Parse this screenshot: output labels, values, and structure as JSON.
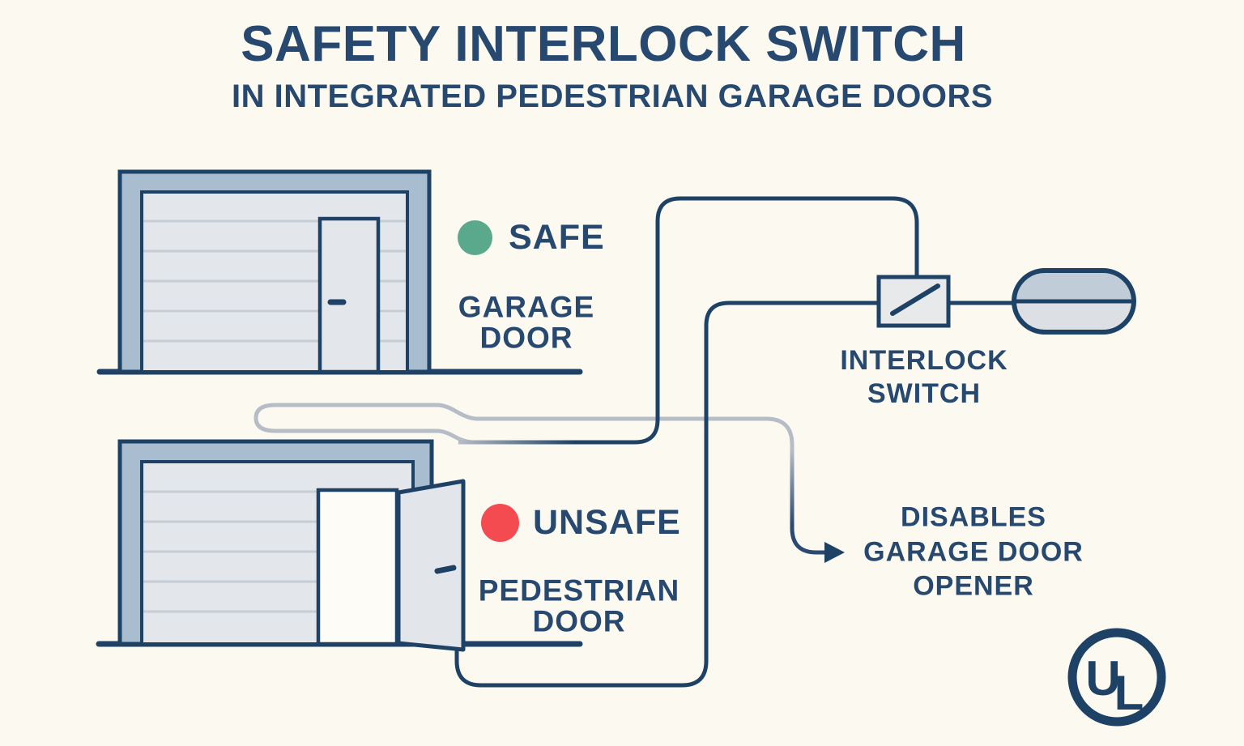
{
  "title": "SAFETY INTERLOCK SWITCH",
  "subtitle": "IN INTEGRATED PEDESTRIAN GARAGE DOORS",
  "theme": {
    "bg": "#fcf9f1",
    "navy": "#1e4166",
    "text-navy": "#27486f",
    "frame": "#a9bdd1",
    "panel": "#e3e6ea",
    "panel-line": "#c7cdd5",
    "doorway": "#fdfcf6",
    "door-open": "#e2e5e9",
    "wire-gray": "#b7bdc7",
    "switch-fill": "#e7e9eb",
    "capsule-top": "#c0cdd9",
    "capsule-bottom": "#dce0e4",
    "safe-green": "#5ba98c",
    "unsafe-red": "#f34b50"
  },
  "safe_scene": {
    "status": "SAFE",
    "label1": "GARAGE",
    "label2": "DOOR"
  },
  "unsafe_scene": {
    "status": "UNSAFE",
    "label1": "PEDESTRIAN",
    "label2": "DOOR"
  },
  "interlock": {
    "label1": "INTERLOCK",
    "label2": "SWITCH"
  },
  "effect": {
    "line1": "DISABLES",
    "line2": "GARAGE DOOR",
    "line3": "OPENER"
  },
  "logo": {
    "letter1": "U",
    "letter2": "L"
  }
}
